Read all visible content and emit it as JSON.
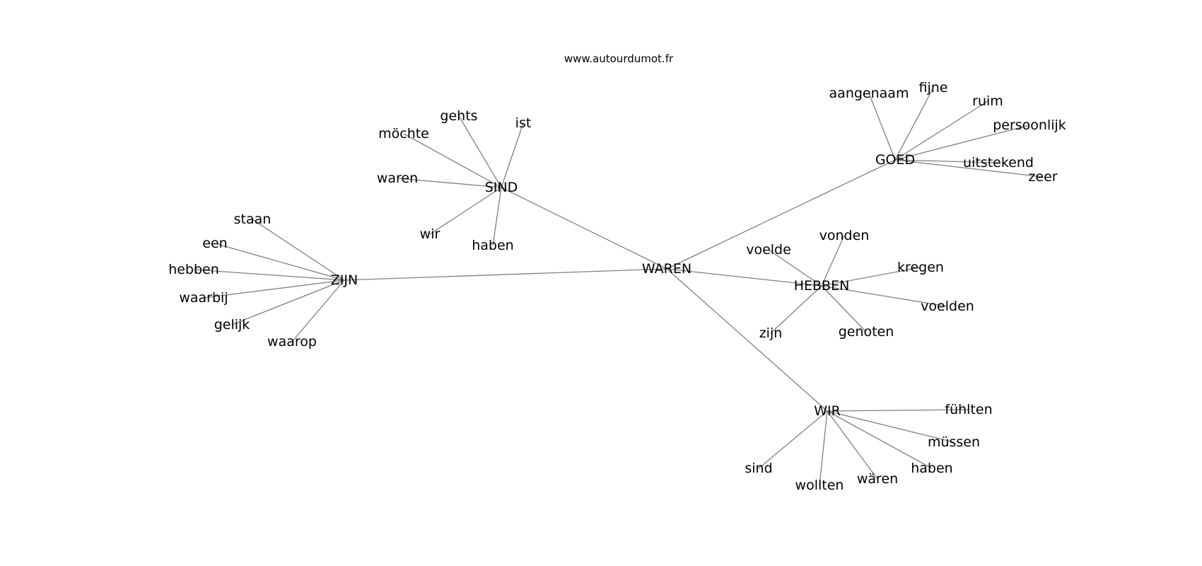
{
  "credit": "www.autourdumot.fr",
  "colors": {
    "edge": "#808080",
    "text": "#000000",
    "background": "#ffffff"
  },
  "nodes": {
    "waren_c": "WAREN",
    "sind_c": "SIND",
    "zijn_c": "ZIJN",
    "goed_c": "GOED",
    "hebben_c": "HEBBEN",
    "wir_c": "WIR",
    "sind_mochte": "möchte",
    "sind_gehts": "gehts",
    "sind_ist": "ist",
    "sind_waren": "waren",
    "sind_wir": "wir",
    "sind_haben": "haben",
    "zijn_staan": "staan",
    "zijn_een": "een",
    "zijn_hebben": "hebben",
    "zijn_waarbij": "waarbij",
    "zijn_gelijk": "gelijk",
    "zijn_waarop": "waarop",
    "goed_aangenaam": "aangenaam",
    "goed_fijne": "fijne",
    "goed_ruim": "ruim",
    "goed_persoonlijk": "persoonlijk",
    "goed_uitstekend": "uitstekend",
    "goed_zeer": "zeer",
    "hebben_vonden": "vonden",
    "hebben_voelde": "voelde",
    "hebben_kregen": "kregen",
    "hebben_voelden": "voelden",
    "hebben_zijn": "zijn",
    "hebben_genoten": "genoten",
    "wir_fuhlten": "fühlten",
    "wir_mussen": "müssen",
    "wir_haben": "haben",
    "wir_waren": "wären",
    "wir_wollten": "wollten",
    "wir_sind": "sind"
  },
  "edges": [
    [
      "waren_c",
      "sind_c"
    ],
    [
      "waren_c",
      "zijn_c"
    ],
    [
      "waren_c",
      "goed_c"
    ],
    [
      "waren_c",
      "hebben_c"
    ],
    [
      "waren_c",
      "wir_c"
    ],
    [
      "sind_c",
      "sind_mochte"
    ],
    [
      "sind_c",
      "sind_gehts"
    ],
    [
      "sind_c",
      "sind_ist"
    ],
    [
      "sind_c",
      "sind_waren"
    ],
    [
      "sind_c",
      "sind_wir"
    ],
    [
      "sind_c",
      "sind_haben"
    ],
    [
      "zijn_c",
      "zijn_staan"
    ],
    [
      "zijn_c",
      "zijn_een"
    ],
    [
      "zijn_c",
      "zijn_hebben"
    ],
    [
      "zijn_c",
      "zijn_waarbij"
    ],
    [
      "zijn_c",
      "zijn_gelijk"
    ],
    [
      "zijn_c",
      "zijn_waarop"
    ],
    [
      "goed_c",
      "goed_aangenaam"
    ],
    [
      "goed_c",
      "goed_fijne"
    ],
    [
      "goed_c",
      "goed_ruim"
    ],
    [
      "goed_c",
      "goed_persoonlijk"
    ],
    [
      "goed_c",
      "goed_uitstekend"
    ],
    [
      "goed_c",
      "goed_zeer"
    ],
    [
      "hebben_c",
      "hebben_vonden"
    ],
    [
      "hebben_c",
      "hebben_voelde"
    ],
    [
      "hebben_c",
      "hebben_kregen"
    ],
    [
      "hebben_c",
      "hebben_voelden"
    ],
    [
      "hebben_c",
      "hebben_zijn"
    ],
    [
      "hebben_c",
      "hebben_genoten"
    ],
    [
      "wir_c",
      "wir_fuhlten"
    ],
    [
      "wir_c",
      "wir_mussen"
    ],
    [
      "wir_c",
      "wir_haben"
    ],
    [
      "wir_c",
      "wir_waren"
    ],
    [
      "wir_c",
      "wir_wollten"
    ],
    [
      "wir_c",
      "wir_sind"
    ]
  ]
}
